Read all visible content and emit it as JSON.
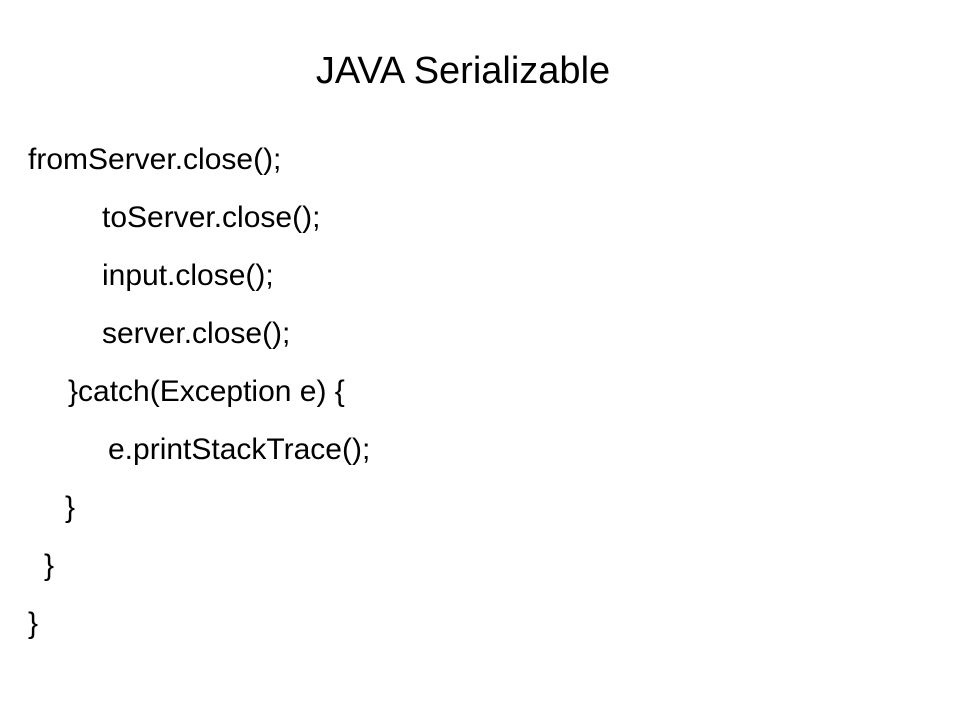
{
  "slide": {
    "title": "JAVA Serializable",
    "code_lines": [
      "fromServer.close();",
      "toServer.close();",
      "input.close();",
      "server.close();",
      "}catch(Exception e) {",
      "e.printStackTrace();",
      "}",
      "}",
      "}"
    ],
    "background_color": "#ffffff",
    "text_color": "#000000"
  }
}
